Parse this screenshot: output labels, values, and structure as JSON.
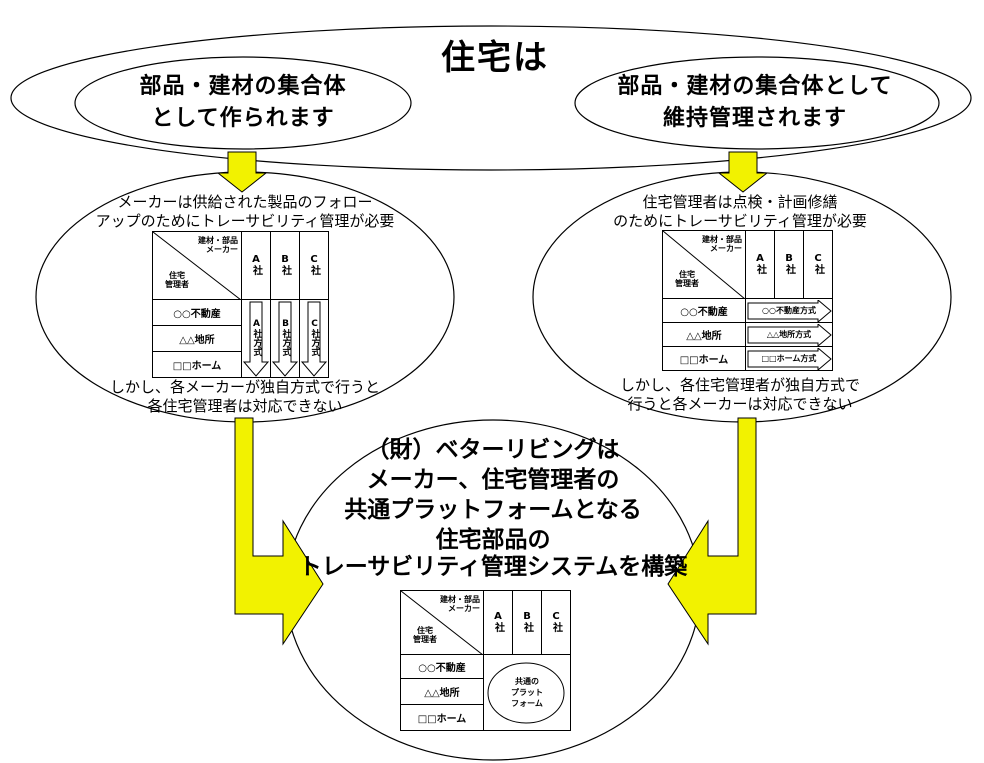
{
  "title": "住宅は",
  "left_header": [
    "部品・建材の集合体",
    "として作られます"
  ],
  "right_header": [
    "部品・建材の集合体として",
    "維持管理されます"
  ],
  "left_top": [
    "メーカーは供給された製品のフォロー",
    "アップのためにトレーサビリティ管理が必要"
  ],
  "left_bottom": [
    "しかし、各メーカーが独自方式で行うと",
    "各住宅管理者は対応できない"
  ],
  "right_top": [
    "住宅管理者は点検・計画修繕",
    "のためにトレーサビリティ管理が必要"
  ],
  "right_bottom": [
    "しかし、各住宅管理者が独自方式で",
    "行うと各メーカーは対応できない"
  ],
  "center_text": [
    "（財）ベターリビングは",
    "メーカー、住宅管理者の",
    "共通プラットフォームとなる",
    "住宅部品の",
    "トレーサビリティ管理システムを構築"
  ],
  "table": {
    "corner_top": [
      "建材・部品",
      "メーカー"
    ],
    "corner_bottom": [
      "住宅",
      "管理者"
    ],
    "companies": [
      "A社",
      "B社",
      "C社"
    ],
    "managers": [
      "○○不動産",
      "△△地所",
      "□□ホーム"
    ],
    "left_methods": [
      "A社方式",
      "B社方式",
      "C社方式"
    ],
    "right_methods": [
      "○○不動産方式",
      "△△地所方式",
      "□□ホーム方式"
    ],
    "platform": [
      "共通の",
      "プラット",
      "フォーム"
    ]
  },
  "colors": {
    "arrow_fill": "#f2f200",
    "line": "#000000"
  }
}
